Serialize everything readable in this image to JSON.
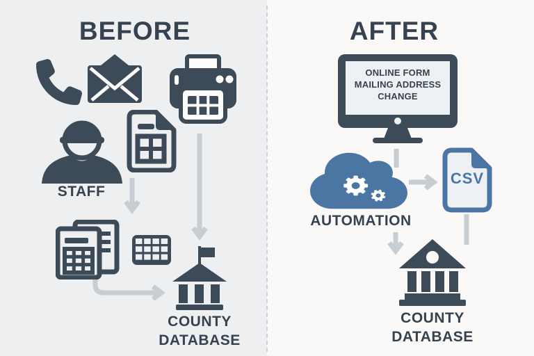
{
  "colors": {
    "slate": "#3d4a58",
    "text": "#36424f",
    "blue": "#4b76a4",
    "arrow": "#c6cdd3",
    "bg-left": "#edeff1",
    "bg-right": "#faf9f7",
    "light": "#eef1f3",
    "divider": "#ccd3da"
  },
  "before": {
    "title": "BEFORE",
    "staff_label": "STAFF",
    "database_label_line1": "COUNTY",
    "database_label_line2": "DATABASE"
  },
  "after": {
    "title": "AFTER",
    "monitor_line1": "ONLINE FORM",
    "monitor_line2": "MAILING ADDRESS",
    "monitor_line3": "CHANGE",
    "automation_label": "AUTOMATION",
    "csv_label": "CSV",
    "database_label_line1": "COUNTY",
    "database_label_line2": "DATABASE"
  }
}
